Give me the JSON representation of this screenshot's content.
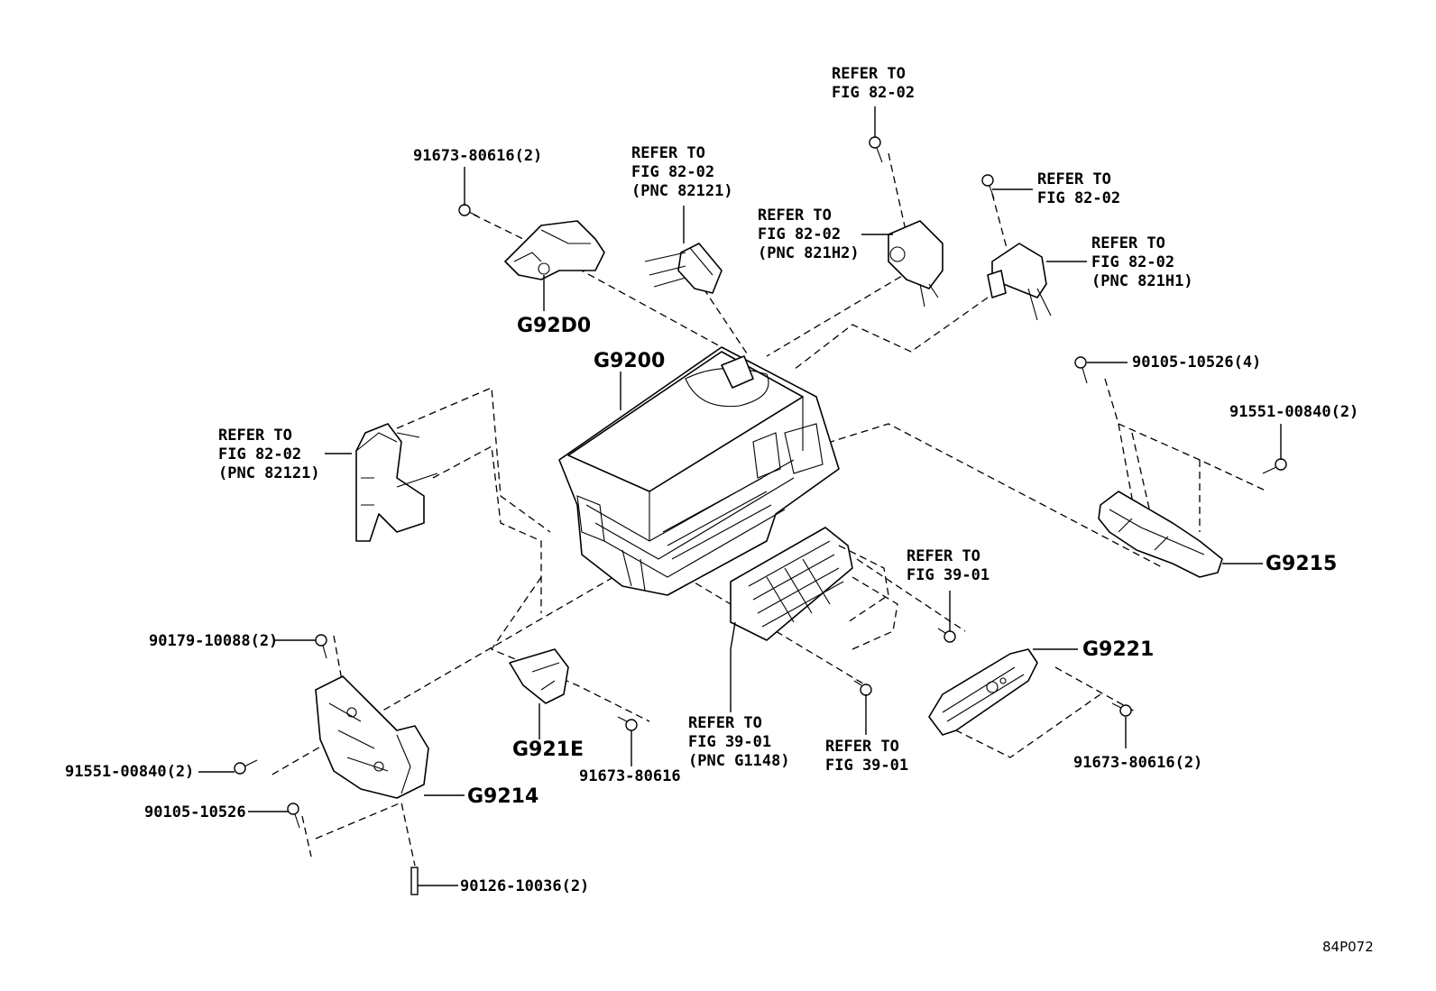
{
  "diagram_id": "84P072",
  "callouts": {
    "c1": "91673-80616(2)",
    "c2": [
      "REFER TO",
      "FIG 82-02",
      "(PNC 82121)"
    ],
    "c3": [
      "REFER TO",
      "FIG 82-02"
    ],
    "c4": [
      "REFER TO",
      "FIG 82-02",
      "(PNC 821H2)"
    ],
    "c5": [
      "REFER TO",
      "FIG 82-02"
    ],
    "c6": [
      "REFER TO",
      "FIG 82-02",
      "(PNC 821H1)"
    ],
    "c7": "G92D0",
    "c8": "G9200",
    "c9": "90105-10526(4)",
    "c10": "91551-00840(2)",
    "c11": [
      "REFER TO",
      "FIG 82-02",
      "(PNC 82121)"
    ],
    "c12": "G9215",
    "c13": [
      "REFER TO",
      "FIG 39-01"
    ],
    "c14": "G9221",
    "c15": "90179-10088(2)",
    "c16": "G921E",
    "c17": [
      "REFER TO",
      "FIG 39-01",
      "(PNC G1148)"
    ],
    "c18": [
      "REFER TO",
      "FIG 39-01"
    ],
    "c19": "91673-80616",
    "c20": "91673-80616(2)",
    "c21": "91551-00840(2)",
    "c22": "G9214",
    "c23": "90105-10526",
    "c24": "90126-10036(2)"
  }
}
